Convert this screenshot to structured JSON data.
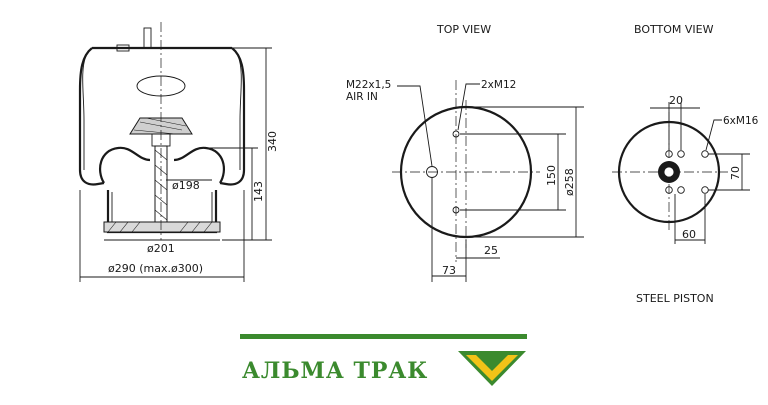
{
  "colors": {
    "ink": "#1a1a1a",
    "brand_green": "#3b8a2e",
    "brand_yellow": "#f2c318",
    "brand_line": "#3b8a2e"
  },
  "views": {
    "top_view_title": "TOP VIEW",
    "bottom_view_title": "BOTTOM VIEW",
    "piston_caption": "STEEL PISTON"
  },
  "side_view": {
    "dim_height_total": "340",
    "dim_height_piston": "143",
    "dim_piston_dia": "ø198",
    "dim_base_dia": "ø201",
    "dim_bellow_dia": "ø290 (max.ø300)"
  },
  "top_view": {
    "port_label_line1": "M22x1,5",
    "port_label_line2": "AIR IN",
    "bolt_label": "2xM12",
    "dim_bolt_spacing": "150",
    "dim_diameter": "ø258",
    "dim_offset_25": "25",
    "dim_offset_73": "73"
  },
  "bottom_view": {
    "dim_20": "20",
    "bolt_label": "6xM16",
    "dim_70": "70",
    "dim_60": "60"
  },
  "brand": {
    "name": "АЛЬМА ТРАК",
    "logo_icon": "chevron-down-logo"
  }
}
